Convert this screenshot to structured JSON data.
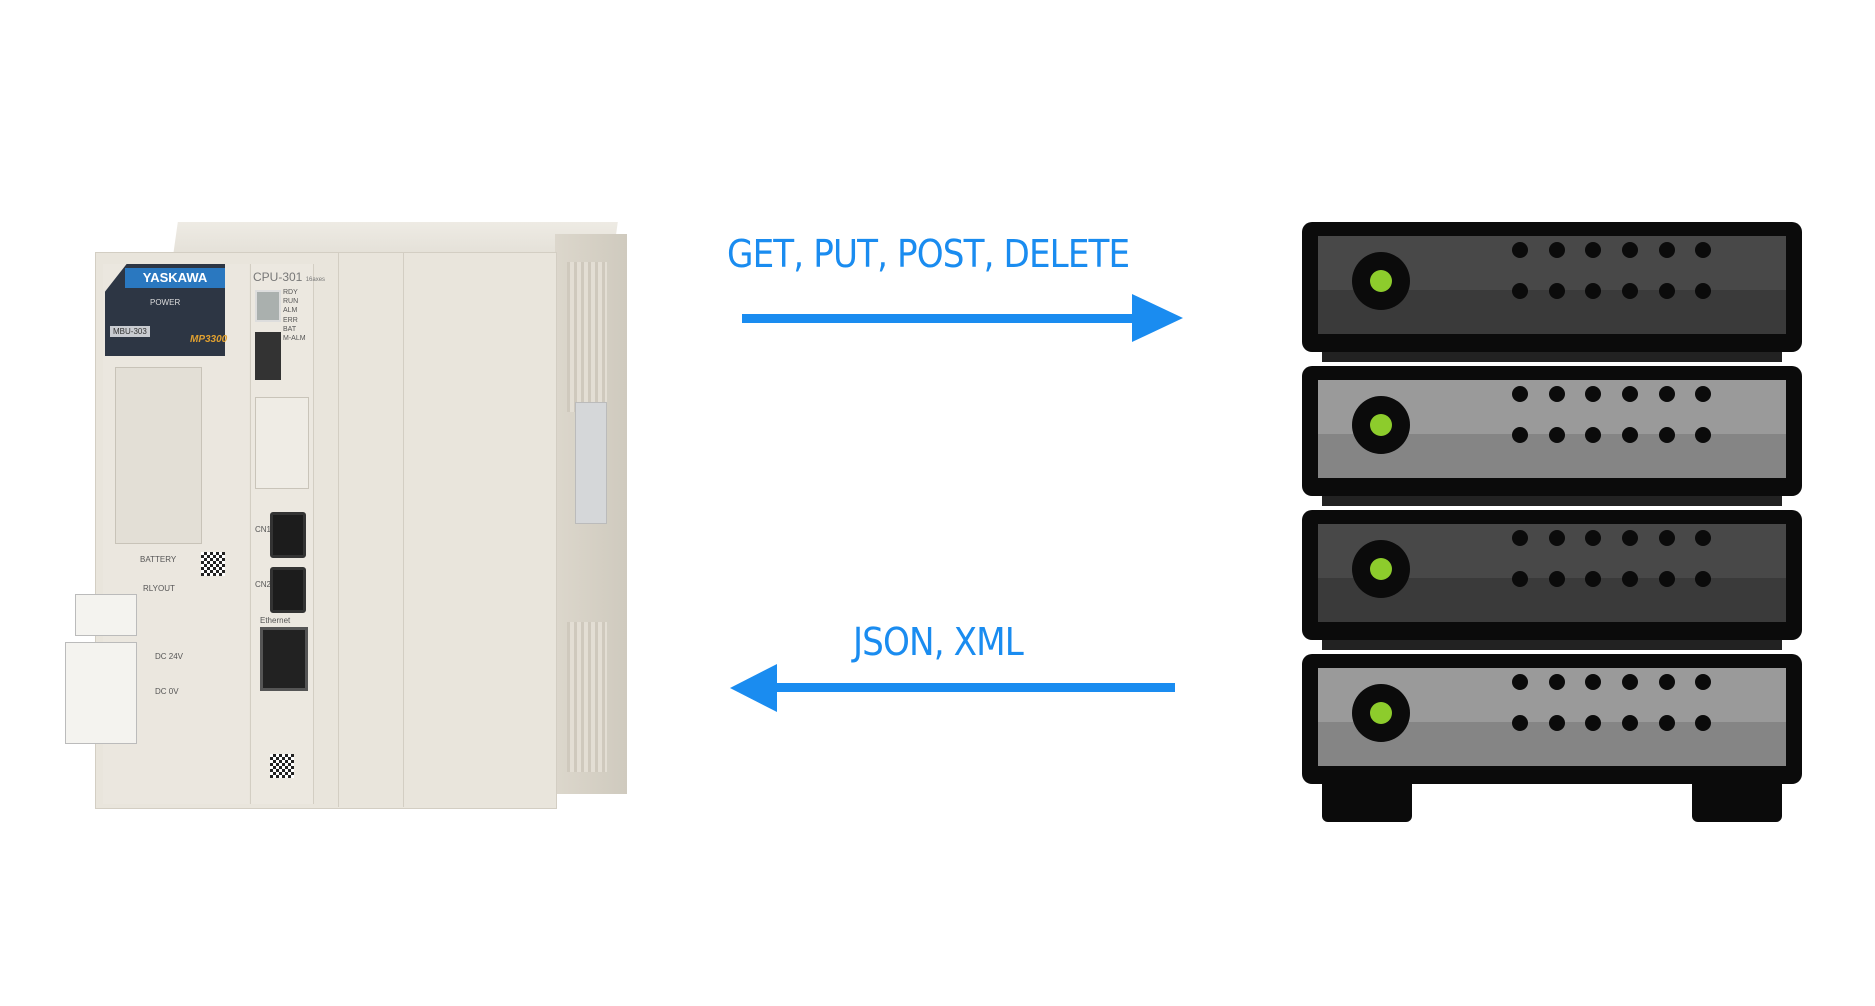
{
  "diagram": {
    "request_label": "GET, PUT, POST, DELETE",
    "response_label": "JSON, XML",
    "arrow_color": "#1a8cf0",
    "plc": {
      "brand": "YASKAWA",
      "power_label": "POWER",
      "module_label": "MBU-303",
      "series_label": "MP3300",
      "cpu_label": "CPU-301",
      "cpu_sub": "16axes",
      "status_leds": [
        "RDY",
        "RUN",
        "ALM",
        "ERR",
        "BAT",
        "M-ALM"
      ],
      "battery_label": "BATTERY",
      "relay_label": "RLYOUT",
      "dc24_label": "DC 24V",
      "dc0_label": "DC 0V",
      "cn1_label": "CN1",
      "cn2_label": "CN2",
      "ethernet_label": "Ethernet"
    },
    "server": {
      "units": 4,
      "led_color": "#8dcc2c"
    }
  }
}
